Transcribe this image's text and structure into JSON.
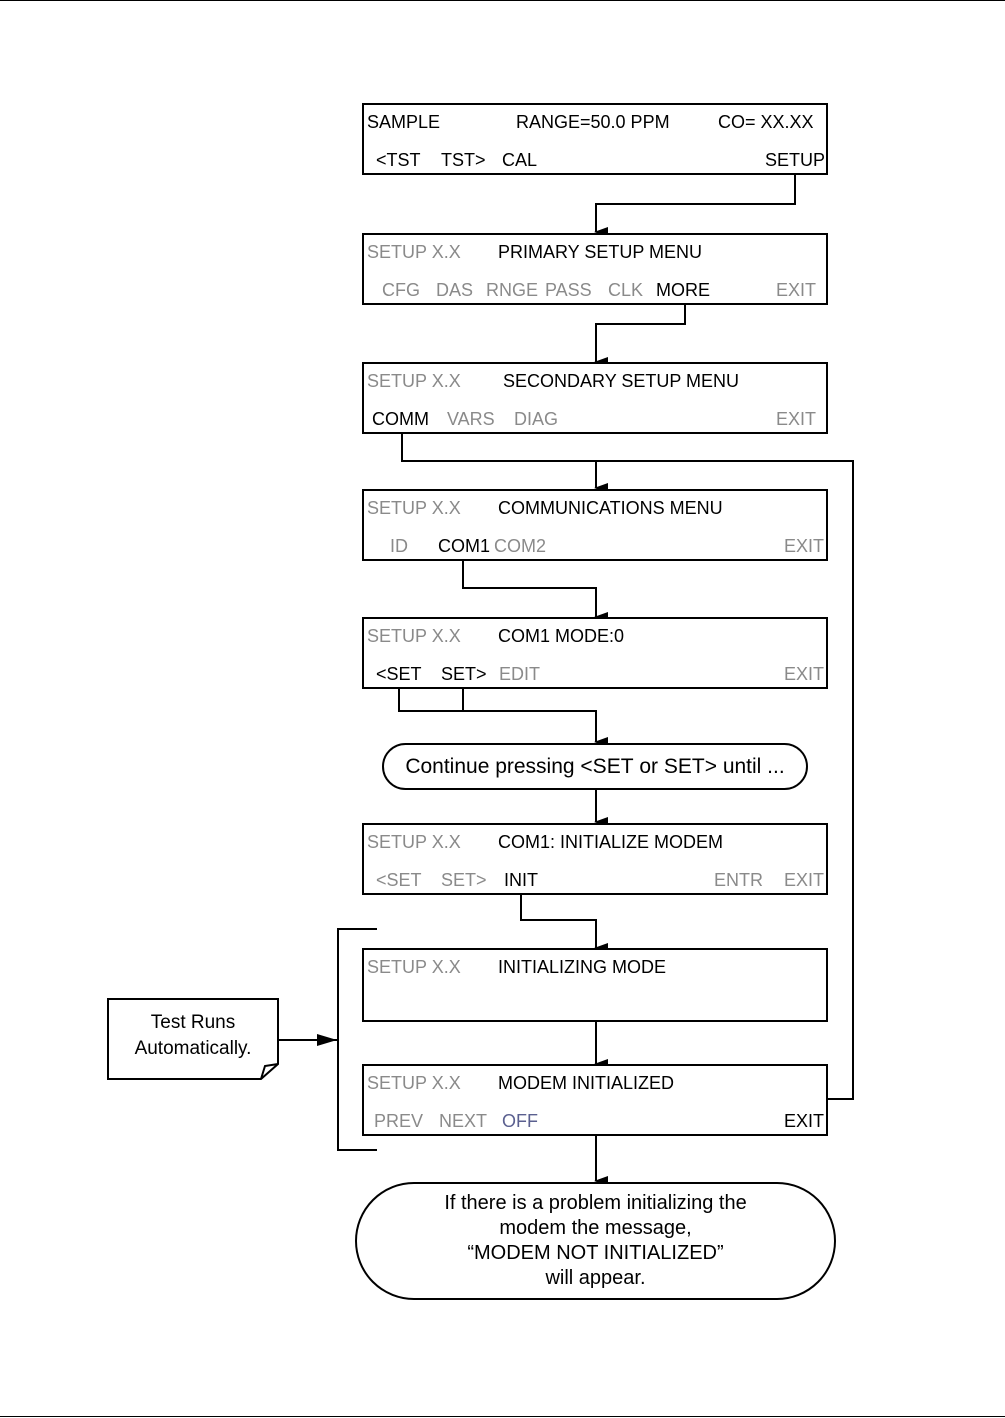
{
  "screens": {
    "sample": {
      "left1": "SAMPLE",
      "mid1": "RANGE=50.0 PPM",
      "right1": "CO= XX.XX",
      "b1": "<TST",
      "b2": "TST>",
      "b3": "CAL",
      "b4": "SETUP"
    },
    "primary": {
      "left1": "SETUP X.X",
      "title": "PRIMARY SETUP MENU",
      "b1": "CFG",
      "b2": "DAS",
      "b3": "RNGE",
      "b4": "PASS",
      "b5": "CLK",
      "b6": "MORE",
      "b7": "EXIT"
    },
    "secondary": {
      "left1": "SETUP X.X",
      "title": "SECONDARY SETUP MENU",
      "b1": "COMM",
      "b2": "VARS",
      "b3": "DIAG",
      "b4": "EXIT"
    },
    "comm": {
      "left1": "SETUP X.X",
      "title": "COMMUNICATIONS MENU",
      "b1": "ID",
      "b2": "COM1",
      "b3": "COM2",
      "b4": "EXIT"
    },
    "com1mode": {
      "left1": "SETUP X.X",
      "title": "COM1 MODE:0",
      "b1": "<SET",
      "b2": "SET>",
      "b3": "EDIT",
      "b4": "EXIT"
    },
    "initmodem": {
      "left1": "SETUP X.X",
      "title": "COM1: INITIALIZE MODEM",
      "b1": "<SET",
      "b2": "SET>",
      "b3": "INIT",
      "b4": "ENTR",
      "b5": "EXIT"
    },
    "initializing": {
      "left1": "SETUP X.X",
      "title": "INITIALIZING MODE"
    },
    "initialized": {
      "left1": "SETUP X.X",
      "title": "MODEM INITIALIZED",
      "b1": "PREV",
      "b2": "NEXT",
      "b3": "OFF",
      "b4": "EXIT"
    }
  },
  "continue_pill": {
    "pre": "Continue pressing ",
    "k1": "<SET",
    "mid": " or ",
    "k2": "SET>",
    "post": " until ..."
  },
  "note": {
    "line1": "Test Runs",
    "line2": "Automatically."
  },
  "problem_pill": {
    "line1": "If there is a problem initializing the",
    "line2": "modem the message,",
    "line3": "“MODEM NOT INITIALIZED”",
    "line4": "will appear."
  }
}
